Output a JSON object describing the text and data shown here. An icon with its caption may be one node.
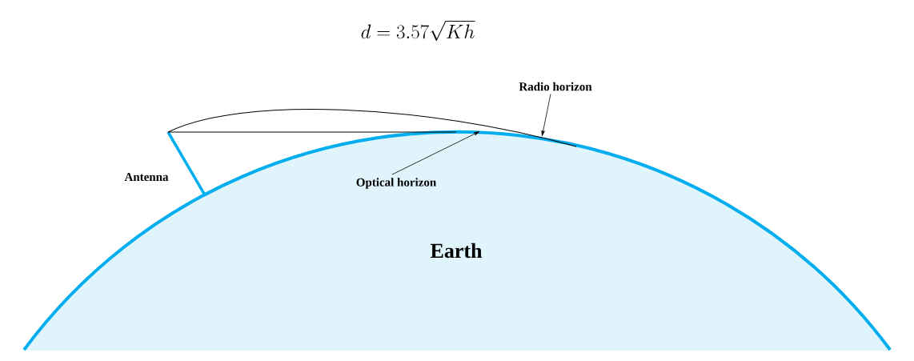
{
  "diagram": {
    "nodes": [
      {
        "text": [
          "Radio horizon"
        ]
      },
      {
        "text": [
          "Optical horizon"
        ],
        "in": 2
      },
      {
        "text": [
          "Earth"
        ]
      }
    ],
    "edges": [
      {
        "from": 0,
        "to": 2,
        "arrow": "to"
      },
      {
        "from": 1,
        "to": 2,
        "arrow": "to"
      }
    ],
    "labels": [
      "d = 3.57\\sqrt{Kh}",
      "Antenna"
    ]
  }
}
